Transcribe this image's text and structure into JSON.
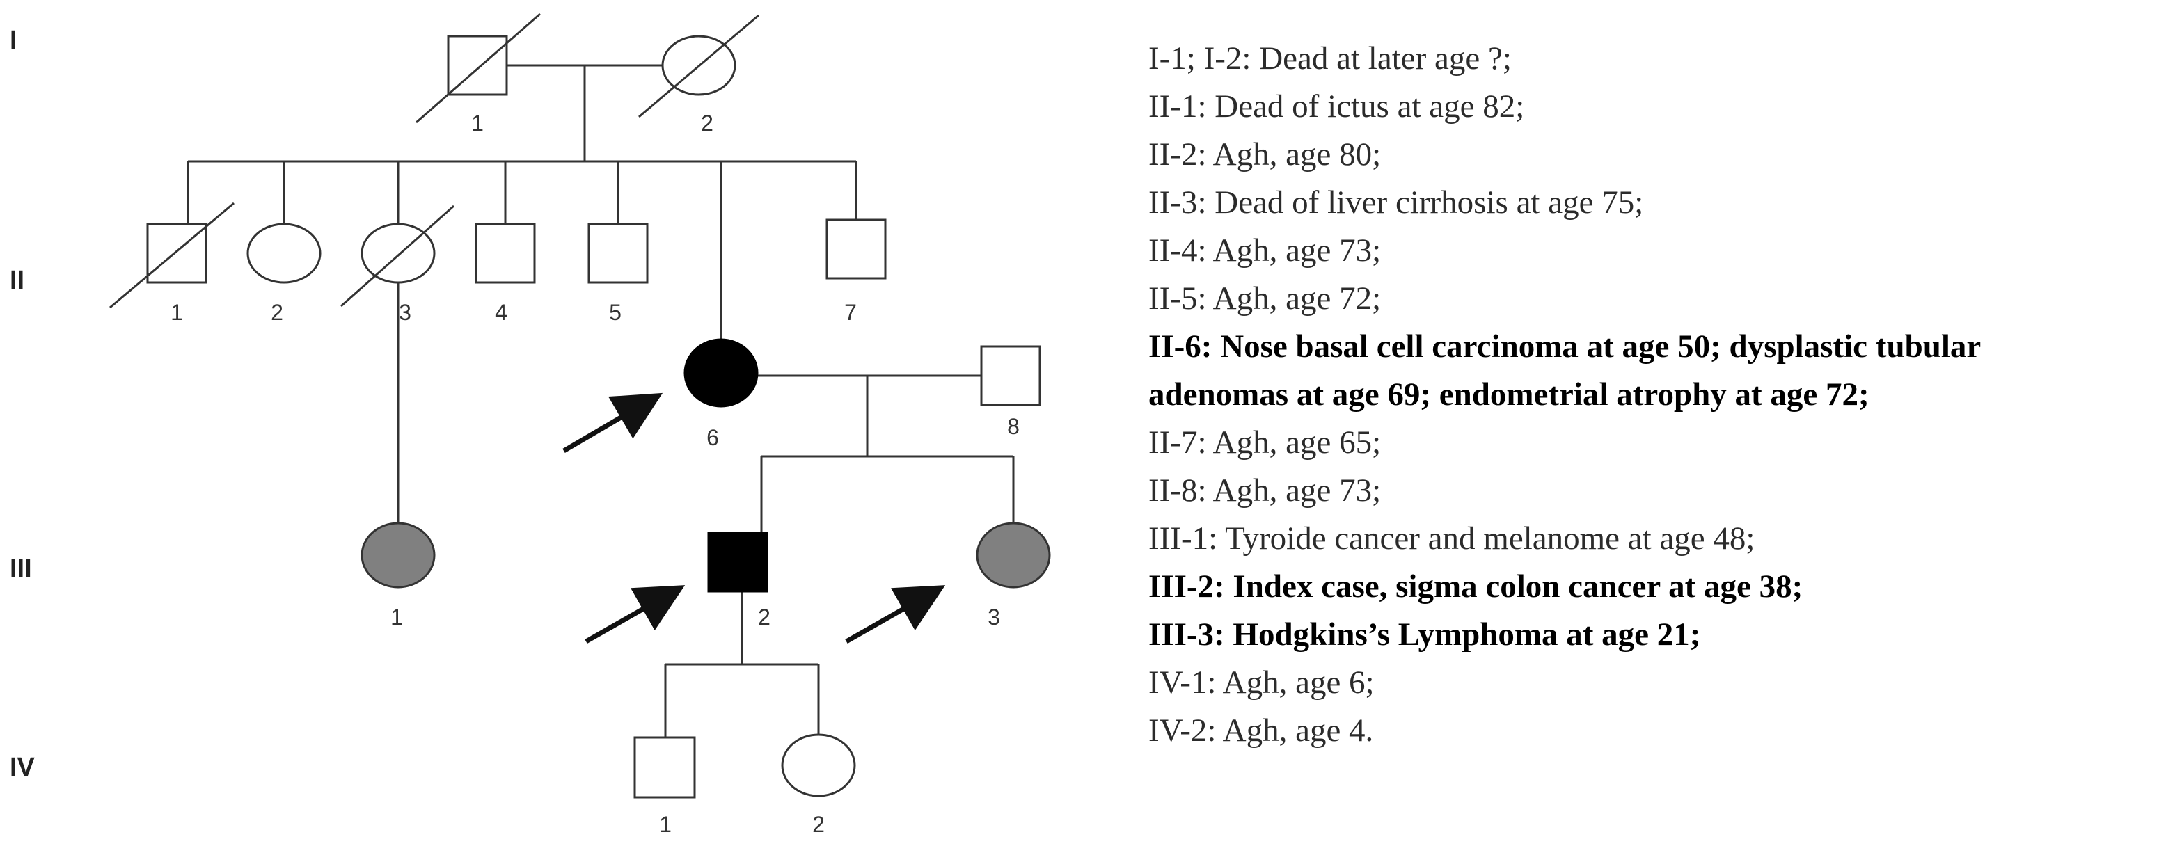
{
  "generations": [
    "I",
    "II",
    "III",
    "IV"
  ],
  "individuals": {
    "I1": {
      "num": "1",
      "shape": "square",
      "status": "deceased"
    },
    "I2": {
      "num": "2",
      "shape": "circle",
      "status": "deceased"
    },
    "II1": {
      "num": "1",
      "shape": "square",
      "status": "deceased"
    },
    "II2": {
      "num": "2",
      "shape": "circle",
      "status": "unaffected"
    },
    "II3": {
      "num": "3",
      "shape": "circle",
      "status": "deceased"
    },
    "II4": {
      "num": "4",
      "shape": "square",
      "status": "unaffected"
    },
    "II5": {
      "num": "5",
      "shape": "square",
      "status": "unaffected"
    },
    "II6": {
      "num": "6",
      "shape": "circle",
      "status": "affected",
      "proband_arrow": true
    },
    "II7": {
      "num": "7",
      "shape": "square",
      "status": "unaffected"
    },
    "II8": {
      "num": "8",
      "shape": "square",
      "status": "unaffected"
    },
    "III1": {
      "num": "1",
      "shape": "circle",
      "status": "partially-affected"
    },
    "III2": {
      "num": "2",
      "shape": "square",
      "status": "affected",
      "proband_arrow": true
    },
    "III3": {
      "num": "3",
      "shape": "circle",
      "status": "partially-affected",
      "proband_arrow": true
    },
    "IV1": {
      "num": "1",
      "shape": "square",
      "status": "unaffected"
    },
    "IV2": {
      "num": "2",
      "shape": "circle",
      "status": "unaffected"
    }
  },
  "colors": {
    "affected": "#000000",
    "partially_affected": "#808080",
    "line": "#333333"
  },
  "legend": {
    "lines": [
      {
        "text": "I-1; I-2: Dead at later age ?;",
        "bold": false
      },
      {
        "text": "II-1: Dead of ictus  at age 82;",
        "bold": false
      },
      {
        "text": "II-2: Agh, age 80;",
        "bold": false
      },
      {
        "text": "II-3: Dead of liver  cirrhosis  at age 75;",
        "bold": false
      },
      {
        "text": "II-4: Agh, age 73;",
        "bold": false
      },
      {
        "text": "II-5: Agh, age 72;",
        "bold": false
      },
      {
        "text": "II-6: Nose basal cell carcinoma  at age 50; dysplastic tubular",
        "bold": true
      },
      {
        "text": "adenomas at age 69; endometrial  atrophy  at age 72;",
        "bold": true
      },
      {
        "text": "II-7: Agh, age 65;",
        "bold": false
      },
      {
        "text": "II-8: Agh, age 73;",
        "bold": false
      },
      {
        "text": "III-1: Tyroide cancer and melanome  at age 48;",
        "bold": false
      },
      {
        "text": "III-2: Index case, sigma colon cancer at age 38;",
        "bold": true
      },
      {
        "text": "III-3: Hodgkins’s Lymphoma  at age 21;",
        "bold": true
      },
      {
        "text": "IV-1: Agh,  age 6;",
        "bold": false
      },
      {
        "text": "IV-2: Agh,  age 4.",
        "bold": false
      }
    ]
  }
}
